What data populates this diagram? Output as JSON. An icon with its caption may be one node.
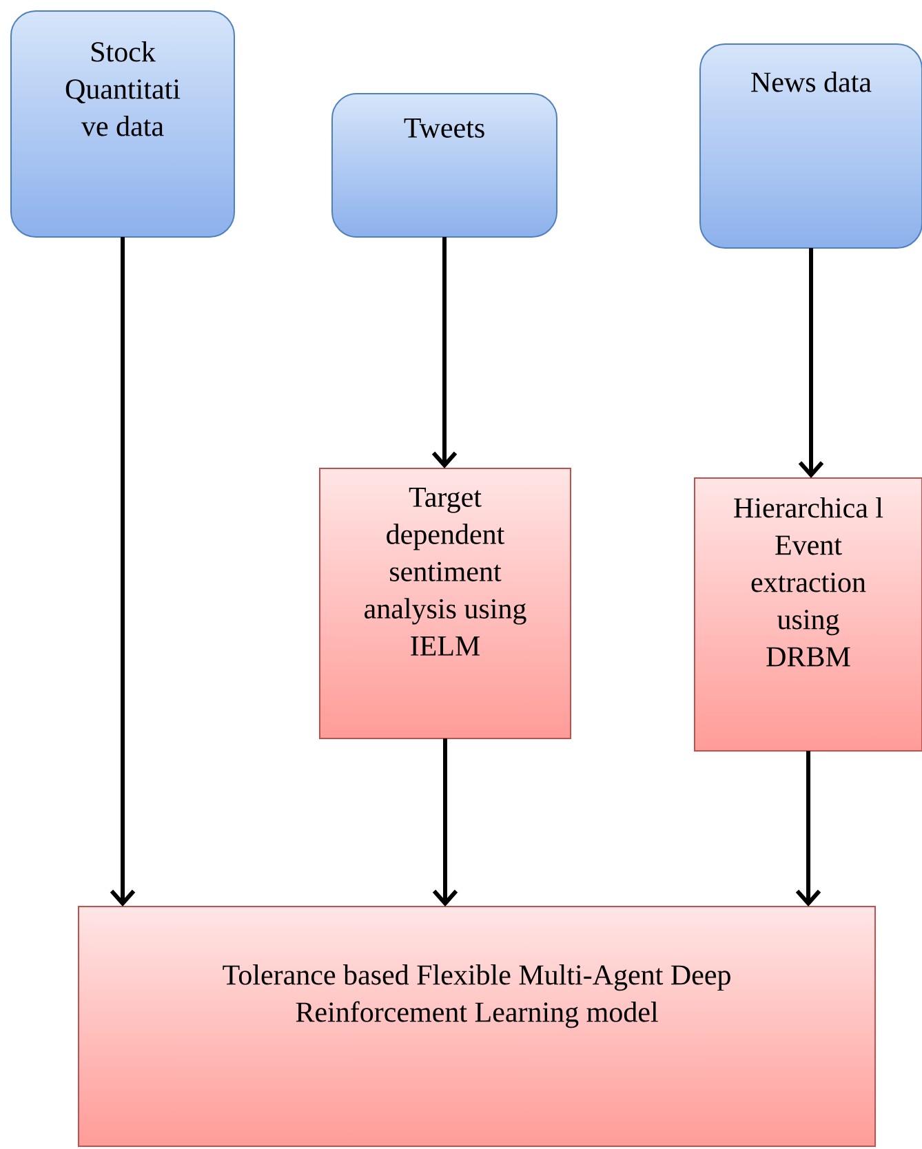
{
  "diagram": {
    "nodes": [
      {
        "text": [
          "Stock Quantitati ve data"
        ]
      },
      {
        "text": [
          "Tweets"
        ]
      },
      {
        "text": [
          "News data"
        ]
      },
      {
        "text": [
          "Target dependent sentiment analysis using IELM"
        ]
      },
      {
        "text": [
          "Hierarchica l Event extraction using DRBM"
        ]
      },
      {
        "text": [
          "Tolerance based Flexible Multi-Agent Deep Reinforcement Learning model"
        ]
      }
    ],
    "edges": [
      {
        "from": 0,
        "to": 5,
        "arrow": "to"
      },
      {
        "from": 1,
        "to": 3,
        "arrow": "to"
      },
      {
        "from": 3,
        "to": 5,
        "arrow": "to"
      },
      {
        "from": 2,
        "to": 4,
        "arrow": "to"
      },
      {
        "from": 4,
        "to": 5,
        "arrow": "to"
      }
    ]
  }
}
